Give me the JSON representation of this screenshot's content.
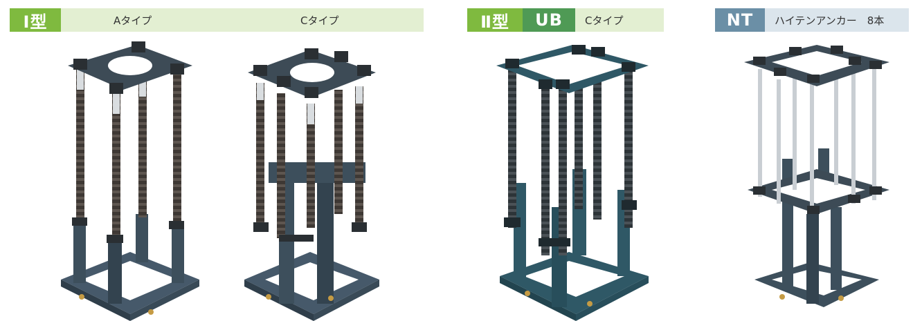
{
  "section_i": {
    "tag": "Ⅰ型",
    "labels": [
      "Aタイプ",
      "Cタイプ"
    ]
  },
  "section_ii": {
    "tag": "Ⅱ型",
    "tag2": "UB",
    "label": "Cタイプ"
  },
  "section_nt": {
    "tag": "NT",
    "label": "ハイテンアンカー　8本"
  },
  "colors": {
    "green_tag": "#7fba3f",
    "dark_green_tag": "#4f9a55",
    "green_band": "#e3efd2",
    "blue_tag": "#6b8fa6",
    "blue_band": "#dbe5ec",
    "frame_steel": "#3d4f5c",
    "teal_frame": "#2f5866",
    "threaded_rod": "#4a4440",
    "silver_rod": "#c9ced3"
  },
  "products": [
    {
      "name": "anchor-frame-a-type"
    },
    {
      "name": "anchor-frame-c-type"
    },
    {
      "name": "anchor-frame-ub-c-type"
    },
    {
      "name": "anchor-frame-nt-hitension"
    }
  ]
}
